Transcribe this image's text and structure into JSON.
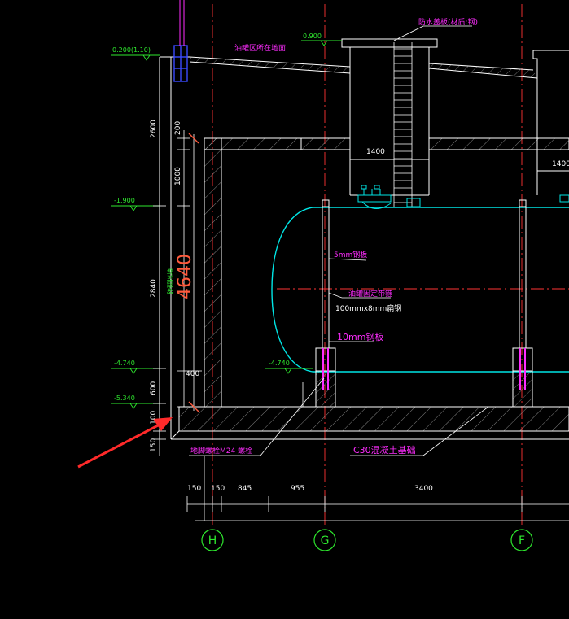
{
  "colors": {
    "background": "#000000",
    "structure": "#ffffff",
    "tank": "#00e5e5",
    "axis_line": "#ff3333",
    "elevation": "#2ee82e",
    "annotation": "#ff2cff",
    "pointer_arrow": "#ff2a2a",
    "overall_dim": "#ff5a3c"
  },
  "labels": {
    "floor_note": "油罐区所在地面",
    "cover_note": "防水盖板(材质:钢)",
    "plate_5mm": "5mm钢板",
    "band_note": "油罐固定带箍",
    "band_size": "100mmx8mm扁钢",
    "plate_10mm": "10mm钢板",
    "bolt_note": "地脚螺栓M24 螺栓",
    "base_note": "C30混凝土基础",
    "wall_note": "砖砌挡墙"
  },
  "elevations": {
    "ground": "0.200(1.10)",
    "shaft_top": "0.900",
    "level_1": "-1.900",
    "level_2": "-4.740",
    "level_3": "-5.340",
    "tank_bottom": "-4.740"
  },
  "vertical_dims": {
    "d2600": "2600",
    "d200": "200",
    "d1000": "1000",
    "d2840": "2840",
    "d400": "400",
    "d600": "600",
    "d100": "100",
    "d150": "150"
  },
  "overall_depth": "4640",
  "shaft_widths": {
    "left": "1400",
    "right": "1400"
  },
  "horizontal_dims": {
    "h150a": "150",
    "h150b": "150",
    "h845": "845",
    "h955": "955",
    "h3400": "3400"
  },
  "axes": {
    "H": "H",
    "G": "G",
    "F": "F"
  }
}
